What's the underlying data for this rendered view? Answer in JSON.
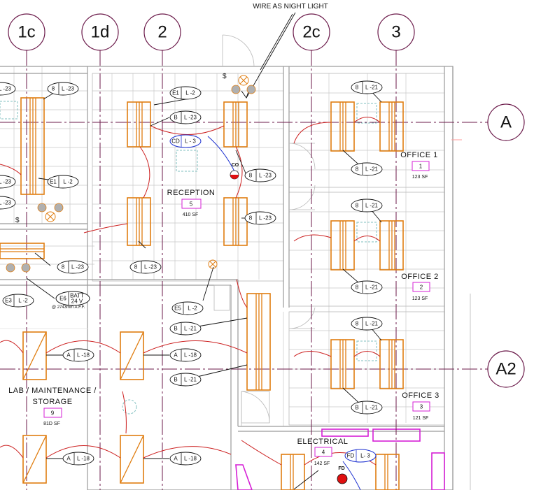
{
  "drawing": {
    "note": "WIRE AS NIGHT LIGHT",
    "column_bubbles": [
      "1c",
      "1d",
      "2",
      "2c",
      "3"
    ],
    "row_bubbles": [
      "A",
      "A2"
    ],
    "rooms": [
      {
        "name": "OFFICE 1",
        "number": "1",
        "area": "123 SF"
      },
      {
        "name": "OFFICE 2",
        "number": "2",
        "area": "123 SF"
      },
      {
        "name": "OFFICE 3",
        "number": "3",
        "area": "121 SF"
      },
      {
        "name": "RECEPTION",
        "number": "5",
        "area": "410 SF"
      },
      {
        "name_line1": "LAB / MAINTENANCE /",
        "name_line2": "STORAGE",
        "number": "9",
        "area": "81D SF"
      },
      {
        "name": "ELECTRICAL",
        "number": "4",
        "area": "142 SF"
      }
    ],
    "tags": {
      "b_l23": [
        "B",
        "L -23"
      ],
      "b_l21": [
        "B",
        "L -21"
      ],
      "b_l23_alt": [
        "8",
        "L -23"
      ],
      "b_l21_alt": [
        "8",
        "L -21"
      ],
      "a_l18": [
        "A",
        "L -18"
      ],
      "e1_l2": [
        "E1",
        "L -2"
      ],
      "e3_l2": [
        "E3",
        "L -2"
      ],
      "e5_l2": [
        "E5",
        "L -2"
      ],
      "e6": [
        "E6",
        "BATT",
        "24 V"
      ],
      "cd_l3": [
        "CD",
        "L - 3"
      ],
      "fd_l3": [
        "FD",
        "L- 3"
      ]
    },
    "labels": {
      "co": "CO",
      "fd": "FD",
      "mount_height": "@ 2743mm A.F.F."
    }
  }
}
